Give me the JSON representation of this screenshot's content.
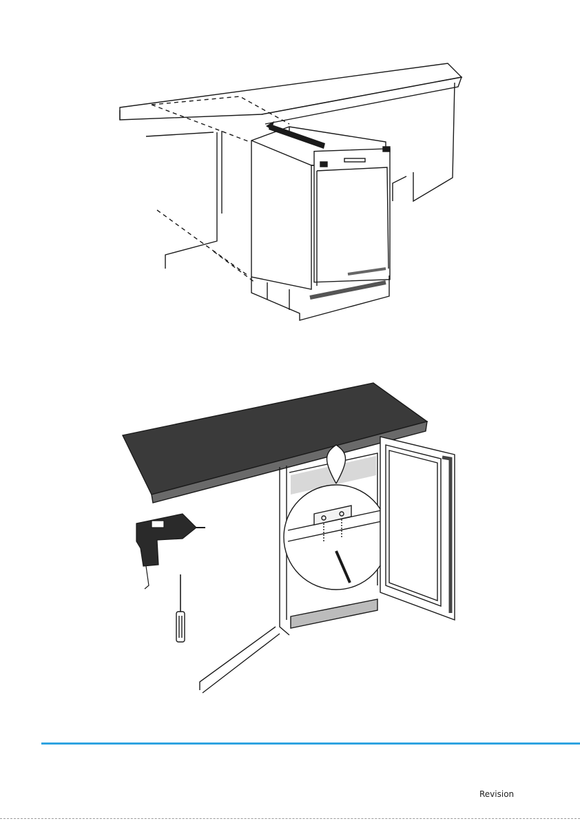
{
  "footer": {
    "revision_label": "Revision"
  },
  "colors": {
    "rule": "#2ea3e0",
    "ink": "#1a1a1a",
    "countertop": "#3a3a3a"
  },
  "illustrations": [
    {
      "name": "fridge-slide-in-illustration"
    },
    {
      "name": "fridge-fix-to-countertop-illustration"
    }
  ]
}
